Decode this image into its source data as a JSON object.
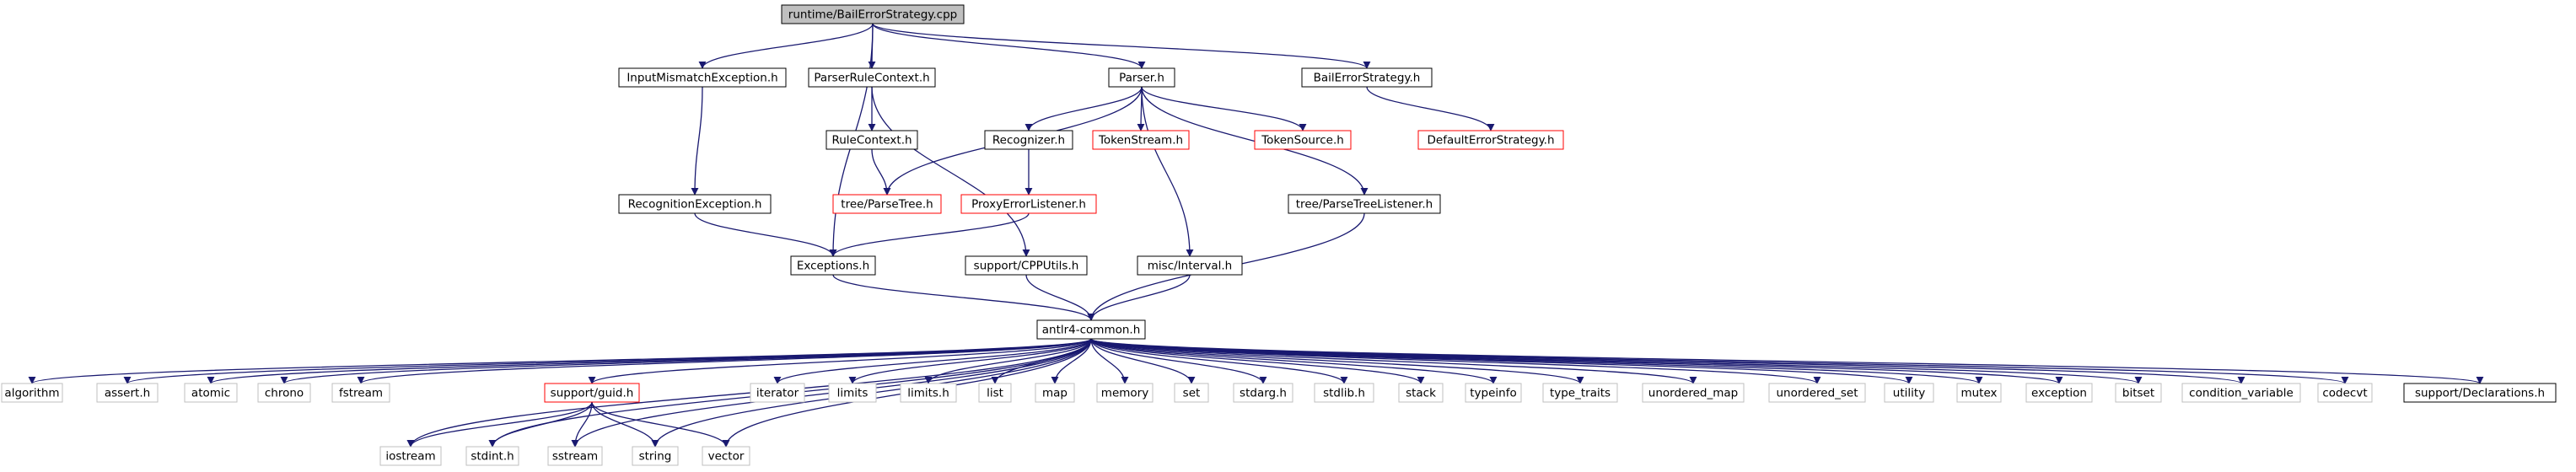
{
  "colors": {
    "edge": "#191970",
    "border_normal": "#000000",
    "border_incomplete": "#ff0000",
    "border_system": "#bfbfbf",
    "fill_root": "#bfbfbf",
    "fill_normal": "#ffffff"
  },
  "nodes": [
    {
      "id": "root",
      "label": "runtime/BailErrorStrategy.cpp",
      "kind": "root"
    },
    {
      "id": "ime",
      "label": "InputMismatchException.h",
      "kind": "normal"
    },
    {
      "id": "prc",
      "label": "ParserRuleContext.h",
      "kind": "normal"
    },
    {
      "id": "parser",
      "label": "Parser.h",
      "kind": "normal"
    },
    {
      "id": "bes",
      "label": "BailErrorStrategy.h",
      "kind": "normal"
    },
    {
      "id": "rc",
      "label": "RuleContext.h",
      "kind": "normal"
    },
    {
      "id": "recognizer",
      "label": "Recognizer.h",
      "kind": "normal"
    },
    {
      "id": "tokenstream",
      "label": "TokenStream.h",
      "kind": "incomplete"
    },
    {
      "id": "tokensource",
      "label": "TokenSource.h",
      "kind": "incomplete"
    },
    {
      "id": "des",
      "label": "DefaultErrorStrategy.h",
      "kind": "incomplete"
    },
    {
      "id": "recex",
      "label": "RecognitionException.h",
      "kind": "normal"
    },
    {
      "id": "parsetree",
      "label": "tree/ParseTree.h",
      "kind": "incomplete"
    },
    {
      "id": "pel",
      "label": "ProxyErrorListener.h",
      "kind": "incomplete"
    },
    {
      "id": "ptl",
      "label": "tree/ParseTreeListener.h",
      "kind": "normal"
    },
    {
      "id": "exceptions",
      "label": "Exceptions.h",
      "kind": "normal"
    },
    {
      "id": "cpputils",
      "label": "support/CPPUtils.h",
      "kind": "normal"
    },
    {
      "id": "interval",
      "label": "misc/Interval.h",
      "kind": "normal"
    },
    {
      "id": "common",
      "label": "antlr4-common.h",
      "kind": "normal"
    },
    {
      "id": "algorithm",
      "label": "algorithm",
      "kind": "system"
    },
    {
      "id": "asserth",
      "label": "assert.h",
      "kind": "system"
    },
    {
      "id": "atomic",
      "label": "atomic",
      "kind": "system"
    },
    {
      "id": "chrono",
      "label": "chrono",
      "kind": "system"
    },
    {
      "id": "fstream",
      "label": "fstream",
      "kind": "system"
    },
    {
      "id": "guid",
      "label": "support/guid.h",
      "kind": "incomplete"
    },
    {
      "id": "iterator",
      "label": "iterator",
      "kind": "system"
    },
    {
      "id": "limits",
      "label": "limits",
      "kind": "system"
    },
    {
      "id": "limitsh",
      "label": "limits.h",
      "kind": "system"
    },
    {
      "id": "list",
      "label": "list",
      "kind": "system"
    },
    {
      "id": "map",
      "label": "map",
      "kind": "system"
    },
    {
      "id": "memory",
      "label": "memory",
      "kind": "system"
    },
    {
      "id": "set",
      "label": "set",
      "kind": "system"
    },
    {
      "id": "stdargh",
      "label": "stdarg.h",
      "kind": "system"
    },
    {
      "id": "stdlibh",
      "label": "stdlib.h",
      "kind": "system"
    },
    {
      "id": "stack",
      "label": "stack",
      "kind": "system"
    },
    {
      "id": "typeinfo",
      "label": "typeinfo",
      "kind": "system"
    },
    {
      "id": "type_traits",
      "label": "type_traits",
      "kind": "system"
    },
    {
      "id": "unordered_map",
      "label": "unordered_map",
      "kind": "system"
    },
    {
      "id": "unordered_set",
      "label": "unordered_set",
      "kind": "system"
    },
    {
      "id": "utility",
      "label": "utility",
      "kind": "system"
    },
    {
      "id": "mutex",
      "label": "mutex",
      "kind": "system"
    },
    {
      "id": "exception",
      "label": "exception",
      "kind": "system"
    },
    {
      "id": "bitset",
      "label": "bitset",
      "kind": "system"
    },
    {
      "id": "condvar",
      "label": "condition_variable",
      "kind": "system"
    },
    {
      "id": "codecvt",
      "label": "codecvt",
      "kind": "system"
    },
    {
      "id": "decls",
      "label": "support/Declarations.h",
      "kind": "normal"
    },
    {
      "id": "iostream",
      "label": "iostream",
      "kind": "system"
    },
    {
      "id": "stdinth",
      "label": "stdint.h",
      "kind": "system"
    },
    {
      "id": "sstream",
      "label": "sstream",
      "kind": "system"
    },
    {
      "id": "string",
      "label": "string",
      "kind": "system"
    },
    {
      "id": "vector",
      "label": "vector",
      "kind": "system"
    }
  ],
  "edges": [
    [
      "root",
      "ime"
    ],
    [
      "root",
      "prc"
    ],
    [
      "root",
      "parser"
    ],
    [
      "root",
      "bes"
    ],
    [
      "root",
      "exceptions"
    ],
    [
      "ime",
      "recex"
    ],
    [
      "recex",
      "exceptions"
    ],
    [
      "exceptions",
      "common"
    ],
    [
      "prc",
      "rc"
    ],
    [
      "prc",
      "cpputils"
    ],
    [
      "rc",
      "parsetree"
    ],
    [
      "parser",
      "parsetree"
    ],
    [
      "parser",
      "recognizer"
    ],
    [
      "parser",
      "tokenstream"
    ],
    [
      "parser",
      "tokensource"
    ],
    [
      "parser",
      "ptl"
    ],
    [
      "parser",
      "interval"
    ],
    [
      "recognizer",
      "pel"
    ],
    [
      "pel",
      "exceptions"
    ],
    [
      "bes",
      "des"
    ],
    [
      "cpputils",
      "common"
    ],
    [
      "interval",
      "common"
    ],
    [
      "ptl",
      "common"
    ],
    [
      "common",
      "algorithm"
    ],
    [
      "common",
      "asserth"
    ],
    [
      "common",
      "atomic"
    ],
    [
      "common",
      "chrono"
    ],
    [
      "common",
      "fstream"
    ],
    [
      "common",
      "iostream"
    ],
    [
      "common",
      "stdinth"
    ],
    [
      "common",
      "sstream"
    ],
    [
      "common",
      "guid"
    ],
    [
      "common",
      "string"
    ],
    [
      "common",
      "vector"
    ],
    [
      "common",
      "iterator"
    ],
    [
      "common",
      "limits"
    ],
    [
      "common",
      "limitsh"
    ],
    [
      "common",
      "list"
    ],
    [
      "common",
      "map"
    ],
    [
      "common",
      "memory"
    ],
    [
      "common",
      "set"
    ],
    [
      "common",
      "stdargh"
    ],
    [
      "common",
      "stdlibh"
    ],
    [
      "common",
      "stack"
    ],
    [
      "common",
      "typeinfo"
    ],
    [
      "common",
      "type_traits"
    ],
    [
      "common",
      "unordered_map"
    ],
    [
      "common",
      "unordered_set"
    ],
    [
      "common",
      "utility"
    ],
    [
      "common",
      "mutex"
    ],
    [
      "common",
      "exception"
    ],
    [
      "common",
      "bitset"
    ],
    [
      "common",
      "condvar"
    ],
    [
      "common",
      "codecvt"
    ],
    [
      "common",
      "decls"
    ],
    [
      "guid",
      "iostream"
    ],
    [
      "guid",
      "stdinth"
    ],
    [
      "guid",
      "sstream"
    ],
    [
      "guid",
      "string"
    ],
    [
      "guid",
      "vector"
    ]
  ]
}
